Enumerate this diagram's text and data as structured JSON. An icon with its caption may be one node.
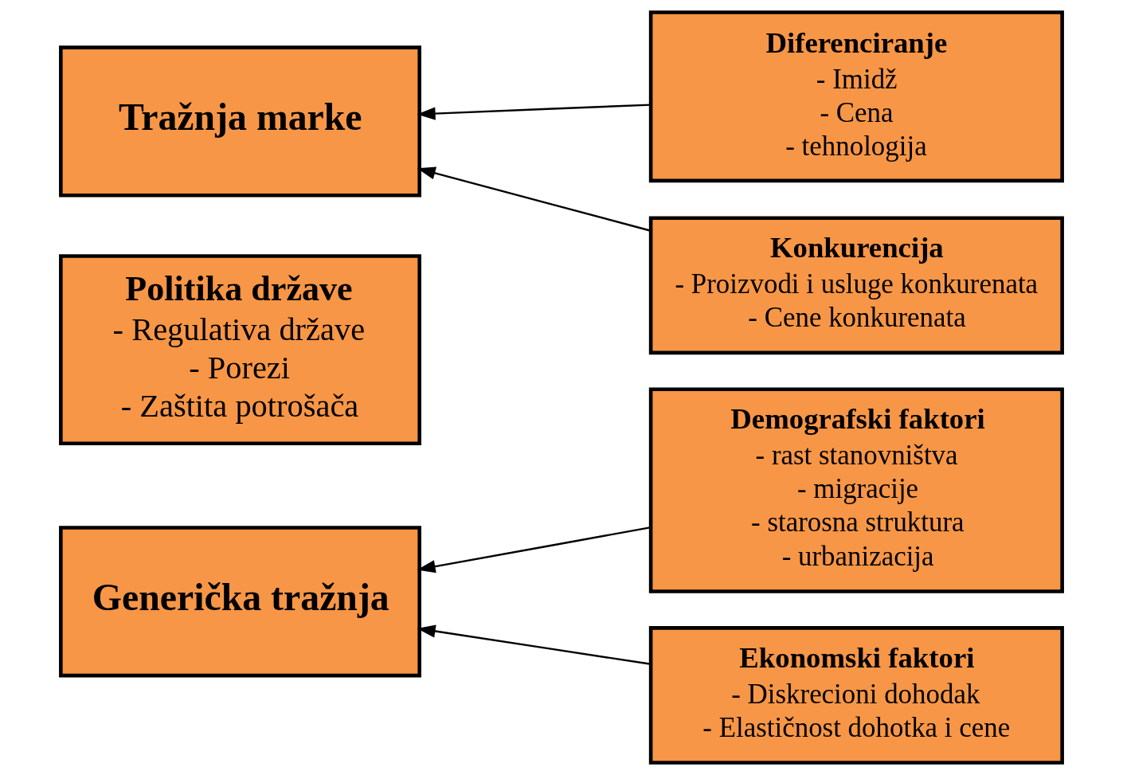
{
  "diagram": {
    "nodes": [
      {
        "text": [
          "Generička tražnja"
        ]
      },
      {
        "text": [
          "Politika države",
          "- Regulativa države",
          "- Porezi",
          "- Zaštita potrošača"
        ]
      },
      {
        "text": [
          "Tražnja marke"
        ]
      },
      {
        "text": [
          "Demografski faktori",
          "- rast stanovništva",
          "- migracije",
          "- starosna struktura",
          "- urbanizacija"
        ]
      },
      {
        "text": [
          "Ekonomski faktori",
          "- Diskrecioni dohodak",
          "- Elastičnost dohotka i cene"
        ]
      },
      {
        "text": [
          "Diferenciranje",
          "- Imidž",
          "- Cena",
          "- tehnologija"
        ]
      },
      {
        "text": [
          "Konkurencija",
          "- Proizvodi i usluge konkurenata",
          "- Cene konkurenata"
        ]
      }
    ],
    "edges": [
      {
        "from": 3,
        "to": 0,
        "arrow": "to"
      },
      {
        "from": 4,
        "to": 0,
        "arrow": "to"
      },
      {
        "from": 5,
        "to": 2,
        "arrow": "to"
      },
      {
        "from": 6,
        "to": 2,
        "arrow": "to"
      }
    ]
  }
}
